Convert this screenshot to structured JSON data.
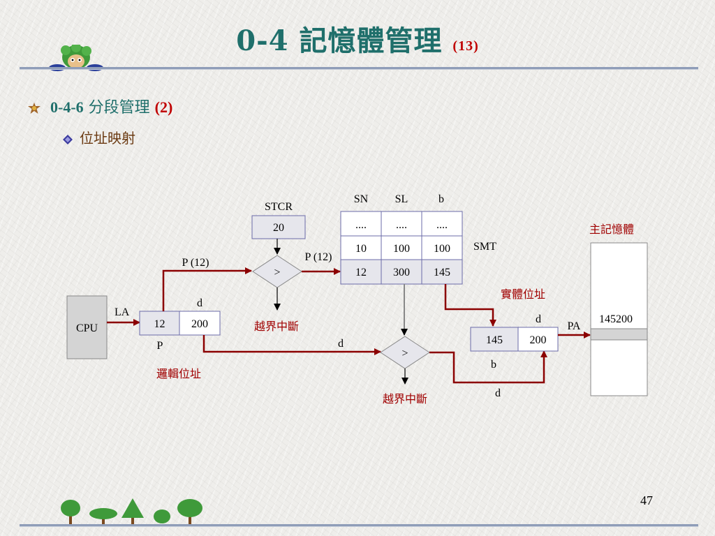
{
  "title": {
    "main": "0-4 記憶體管理",
    "sub": "(13)"
  },
  "bullets": {
    "level1": {
      "number": "0-4-6",
      "text": "分段管理",
      "suffix": "(2)"
    },
    "level2": {
      "text": "位址映射"
    }
  },
  "diagram": {
    "cpu": "CPU",
    "la": "LA",
    "logical_addr": {
      "p": "12",
      "d": "200",
      "p_label": "P",
      "d_label": "d",
      "caption": "邏輯位址"
    },
    "stcr": {
      "label": "STCR",
      "value": "20"
    },
    "compare_symbol": ">",
    "p12_left": "P (12)",
    "p12_right": "P (12)",
    "interrupt_top": "越界中斷",
    "interrupt_bottom": "越界中斷",
    "d_mid": "d",
    "smt": {
      "label": "SMT",
      "headers": [
        "SN",
        "SL",
        "b"
      ],
      "rows": [
        [
          "....",
          "....",
          "...."
        ],
        [
          "10",
          "100",
          "100"
        ],
        [
          "12",
          "300",
          "145"
        ]
      ]
    },
    "physical_caption": "實體位址",
    "physical_addr": {
      "b": "145",
      "d": "200",
      "d_label": "d",
      "b_label": "b"
    },
    "d_bottom": "d",
    "pa": "PA",
    "memory": {
      "caption": "主記憶體",
      "value": "145200"
    }
  },
  "page_number": "47",
  "colors": {
    "title": "#1f6f6b",
    "accent_red": "#c00000",
    "arrow_dark_red": "#8b0000",
    "box_fill": "#d4d4d4",
    "table_fill": "#e6e6ec",
    "table_border": "#6b6ba8"
  }
}
